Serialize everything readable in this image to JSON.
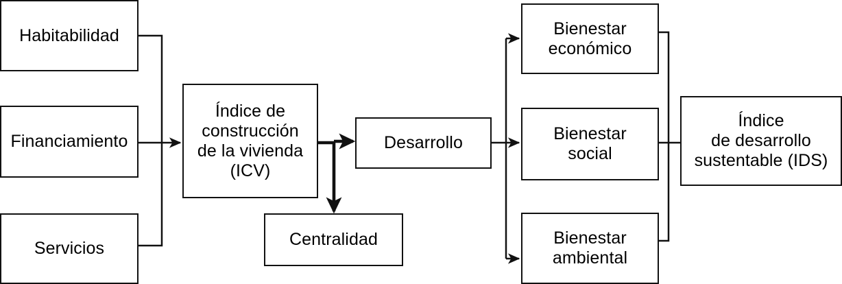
{
  "diagram": {
    "title": "Índice de desarrollo sustentable (IDS)",
    "colors": {
      "background": "#ffffff",
      "box_fill": "#ffffff",
      "stroke": "#111111",
      "text": "#000000"
    },
    "nodes": {
      "habitabilidad": {
        "label": "Habitabilidad"
      },
      "financiamiento": {
        "label": "Financiamiento"
      },
      "servicios": {
        "label": "Servicios"
      },
      "icv": {
        "label": "Índice de\nconstrucción\nde la vivienda\n(ICV)"
      },
      "desarrollo": {
        "label": "Desarrollo"
      },
      "centralidad": {
        "label": "Centralidad"
      },
      "bienestar_economico": {
        "label": "Bienestar\neconómico"
      },
      "bienestar_social": {
        "label": "Bienestar\nsocial"
      },
      "bienestar_ambiental": {
        "label": "Bienestar\nambiental"
      },
      "ids": {
        "label": "Índice\nde desarrollo\nsustentable (IDS)"
      }
    },
    "edges": [
      {
        "from": "habitabilidad",
        "to": "icv",
        "style": "orthogonal-merge",
        "arrow": true
      },
      {
        "from": "financiamiento",
        "to": "icv",
        "style": "straight",
        "arrow": true
      },
      {
        "from": "servicios",
        "to": "icv",
        "style": "orthogonal-merge",
        "arrow": true
      },
      {
        "from": "icv",
        "to": "desarrollo",
        "style": "split-thick",
        "arrow": true
      },
      {
        "from": "icv",
        "to": "centralidad",
        "style": "split-thick",
        "arrow": true
      },
      {
        "from": "desarrollo",
        "to": "bienestar_economico",
        "style": "orthogonal-fanout",
        "arrow": true
      },
      {
        "from": "desarrollo",
        "to": "bienestar_social",
        "style": "straight",
        "arrow": true
      },
      {
        "from": "desarrollo",
        "to": "bienestar_ambiental",
        "style": "orthogonal-fanout",
        "arrow": true
      },
      {
        "from": "bienestar_economico",
        "to": "ids",
        "style": "orthogonal-merge",
        "arrow": false
      },
      {
        "from": "bienestar_social",
        "to": "ids",
        "style": "straight",
        "arrow": false
      },
      {
        "from": "bienestar_ambiental",
        "to": "ids",
        "style": "orthogonal-merge",
        "arrow": false
      }
    ]
  }
}
